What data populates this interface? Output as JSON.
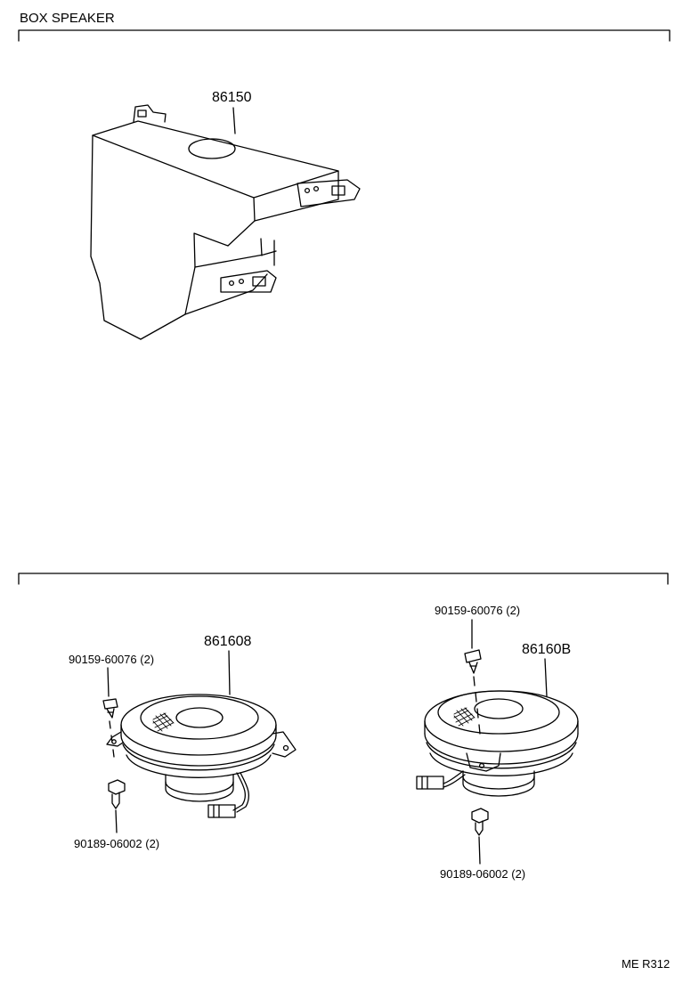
{
  "page_title": "BOX SPEAKER",
  "footer_code": "ME R312",
  "section1": {
    "part_box": "86150"
  },
  "section2": {
    "left": {
      "part_speaker": "861608",
      "bolt_top": "90159-60076 (2)",
      "bolt_bottom": "90189-06002 (2)"
    },
    "right": {
      "part_speaker": "86160B",
      "bolt_top": "90159-60076 (2)",
      "bolt_bottom": "90189-06002 (2)"
    }
  },
  "colors": {
    "ink": "#000000",
    "paper": "#ffffff"
  }
}
